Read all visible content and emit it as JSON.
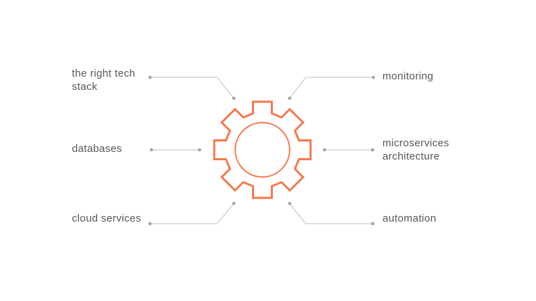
{
  "diagram": {
    "center_icon": "gear",
    "accent_color": "#F5794E",
    "line_color": "#C9C9C9",
    "dot_color": "#A3A3A3",
    "text_color": "#56565A",
    "labels": {
      "top_left": "the right tech stack",
      "mid_left": "databases",
      "bottom_left": "cloud services",
      "top_right": "monitoring",
      "mid_right": "microservices architecture",
      "bottom_right": "automation"
    }
  }
}
